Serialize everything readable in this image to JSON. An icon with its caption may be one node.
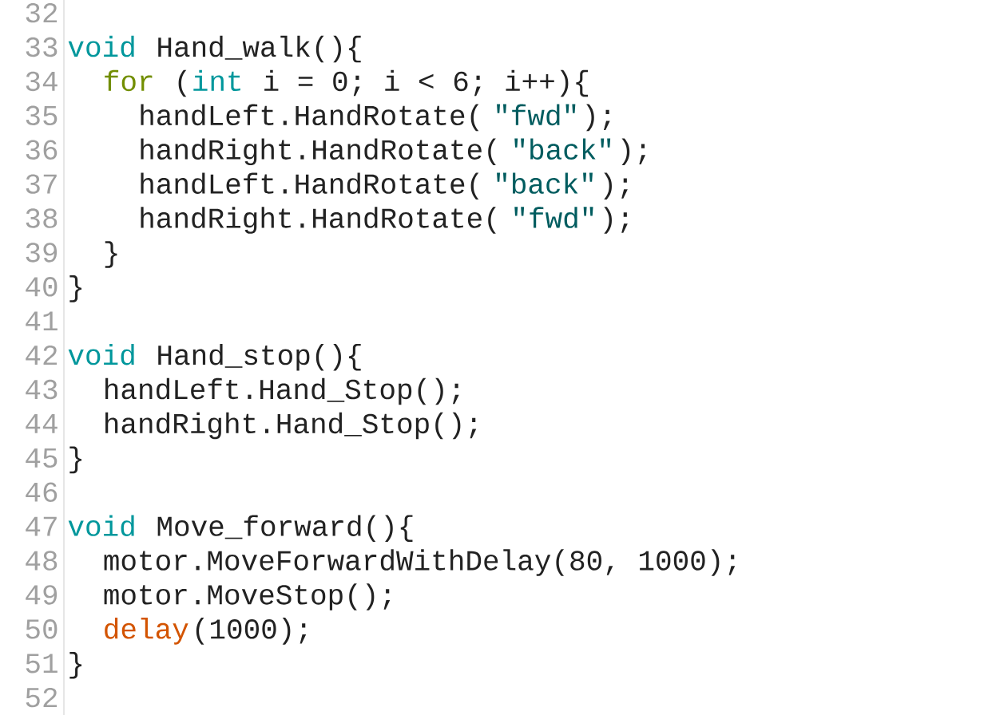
{
  "diagram": {
    "labels": [
      "32",
      "33",
      "void",
      "Hand_walk(){",
      "34",
      "for",
      "(",
      "int",
      "i = 0; i < 6; i++){",
      "35",
      "handLeft.HandRotate(",
      "\"fwd\"",
      ");",
      "36",
      "handRight.HandRotate(",
      "\"back\"",
      ");",
      "37",
      "handLeft.HandRotate(",
      "\"back\"",
      ");",
      "38",
      "handRight.HandRotate(",
      "\"fwd\"",
      ");",
      "39",
      "}",
      "40",
      "}",
      "41",
      "42",
      "void",
      "Hand_stop(){",
      "43",
      "handLeft.Hand_Stop();",
      "44",
      "handRight.Hand_Stop();",
      "45",
      "}",
      "46",
      "47",
      "void",
      "Move_forward(){",
      "48",
      "motor.MoveForwardWithDelay(80, 1000);",
      "49",
      "motor.MoveStop();",
      "50",
      "delay",
      "(1000);",
      "51",
      "}",
      "52"
    ]
  }
}
